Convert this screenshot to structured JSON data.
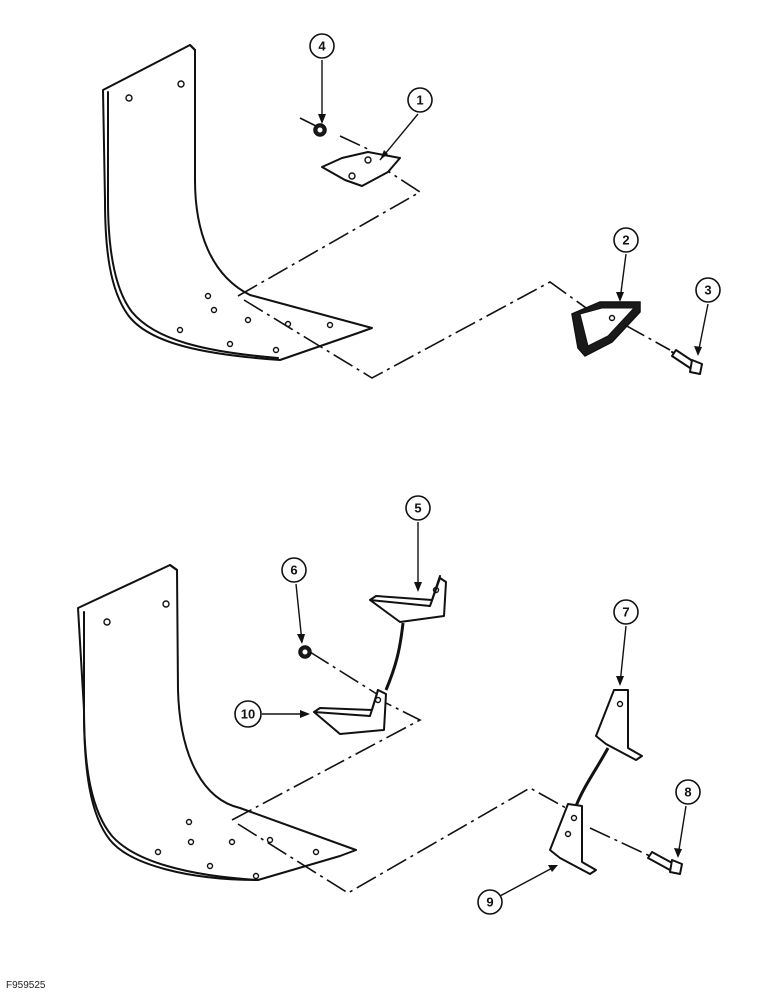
{
  "figure_code": "F959525",
  "callouts": {
    "c1": "1",
    "c2": "2",
    "c3": "3",
    "c4": "4",
    "c5": "5",
    "c6": "6",
    "c7": "7",
    "c8": "8",
    "c9": "9",
    "c10": "10"
  },
  "colors": {
    "ink": "#111111",
    "paper": "#ffffff"
  }
}
